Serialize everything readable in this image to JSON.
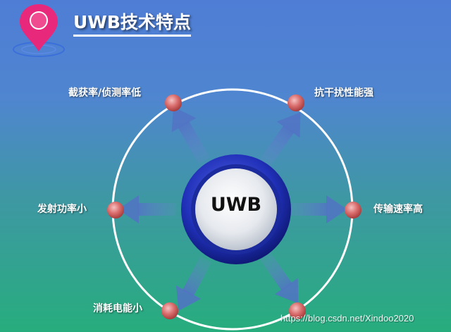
{
  "title": "UWB技术特点",
  "logo": {
    "badge_text": "",
    "icon": "map-pin-icon",
    "color": "#e8287a"
  },
  "center": {
    "label": "UWB"
  },
  "features": [
    {
      "key": "low-intercept",
      "label": "截获率/侦测率低"
    },
    {
      "key": "anti-interference",
      "label": "抗干扰性能强"
    },
    {
      "key": "low-power-transmit",
      "label": "发射功率小"
    },
    {
      "key": "high-speed",
      "label": "传输速率高"
    },
    {
      "key": "low-consumption",
      "label": "消耗电能小"
    }
  ],
  "watermark": "https://blog.csdn.net/Xindoo2020",
  "colors": {
    "node": "#d25a5a",
    "ring": "#ffffff",
    "center_outer": "#1f2fa6",
    "arrow": "#5a78c8"
  }
}
